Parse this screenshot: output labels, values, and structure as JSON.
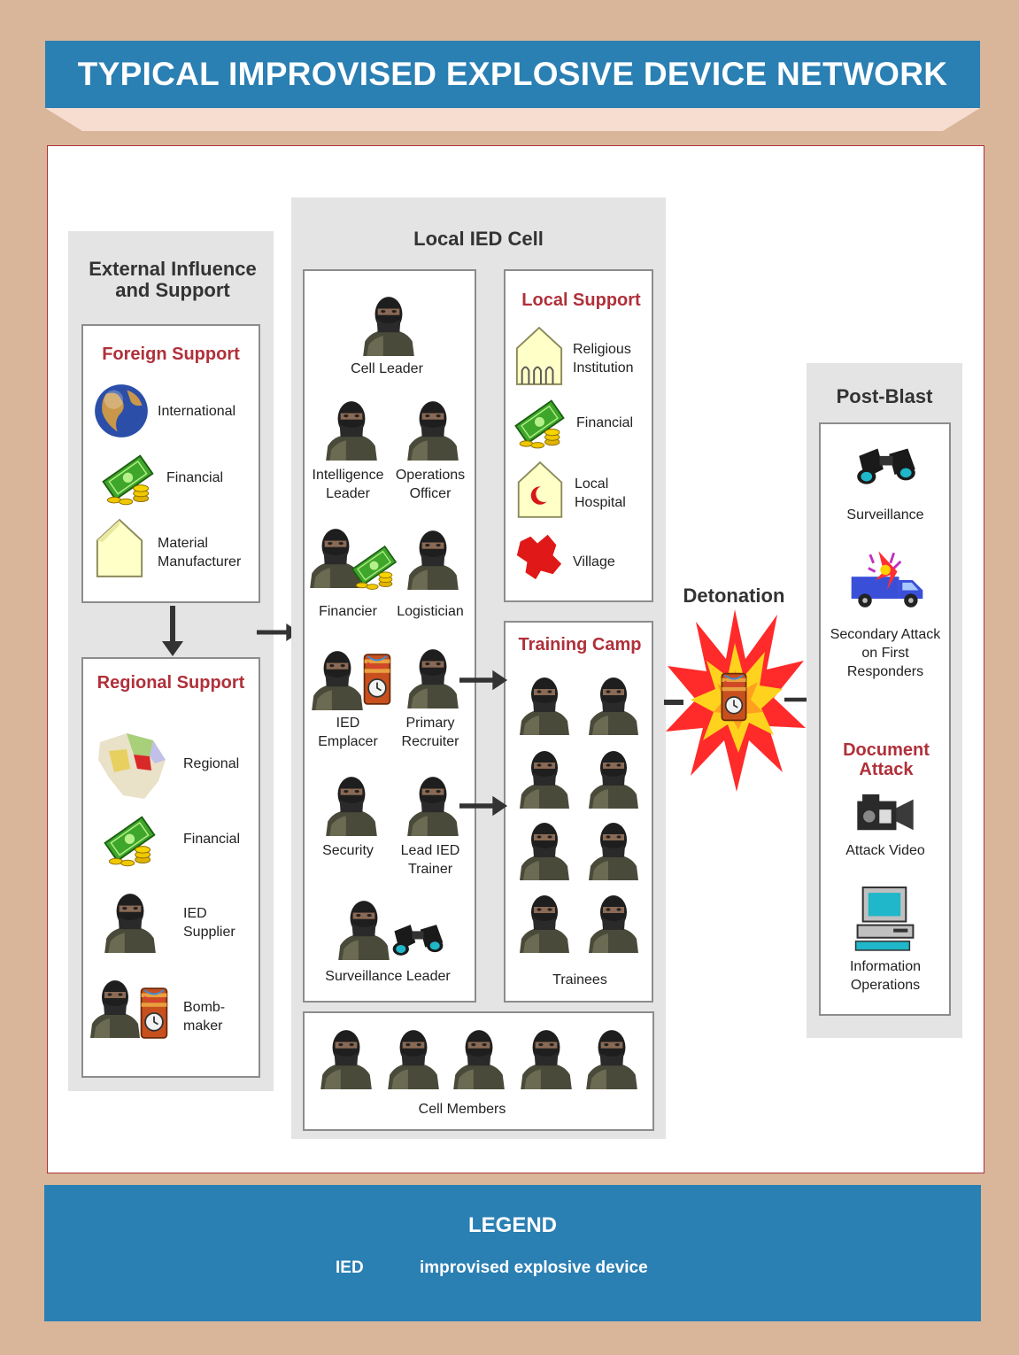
{
  "title": "TYPICAL IMPROVISED EXPLOSIVE DEVICE NETWORK",
  "colors": {
    "banner": "#2a7fb3",
    "frame": "#d9b69a",
    "accent_red": "#b0303a",
    "panel_gray": "#e4e4e4"
  },
  "external": {
    "heading_line1": "External Influence",
    "heading_line2": "and Support",
    "foreign": {
      "title": "Foreign Support",
      "items": [
        {
          "icon": "globe-icon",
          "label": "International"
        },
        {
          "icon": "money-icon",
          "label": "Financial"
        },
        {
          "icon": "building-icon",
          "label_line1": "Material",
          "label_line2": "Manufacturer"
        }
      ]
    },
    "regional": {
      "title": "Regional Support",
      "items": [
        {
          "icon": "map-icon",
          "label": "Regional"
        },
        {
          "icon": "money-icon",
          "label": "Financial"
        },
        {
          "icon": "person-icon",
          "label_line1": "IED",
          "label_line2": "Supplier"
        },
        {
          "icon": "person-bomb-icon",
          "label_line1": "Bomb-",
          "label_line2": "maker"
        }
      ]
    }
  },
  "cell": {
    "heading": "Local IED Cell",
    "members": {
      "cell_leader": "Cell Leader",
      "intel_1": "Intelligence",
      "intel_2": "Leader",
      "ops_1": "Operations",
      "ops_2": "Officer",
      "financier": "Financier",
      "logistician": "Logistician",
      "emplacer_1": "IED",
      "emplacer_2": "Emplacer",
      "recruiter_1": "Primary",
      "recruiter_2": "Recruiter",
      "security": "Security",
      "trainer_1": "Lead IED",
      "trainer_2": "Trainer",
      "surveillance_leader": "Surveillance Leader"
    },
    "local_support": {
      "title": "Local Support",
      "religious_1": "Religious",
      "religious_2": "Institution",
      "financial": "Financial",
      "hospital_1": "Local",
      "hospital_2": "Hospital",
      "village": "Village"
    },
    "training": {
      "title": "Training Camp",
      "trainees": "Trainees"
    },
    "cell_members": "Cell Members"
  },
  "detonation": "Detonation",
  "post_blast": {
    "heading": "Post-Blast",
    "surveillance": "Surveillance",
    "secondary_1": "Secondary Attack",
    "secondary_2": "on First",
    "secondary_3": "Responders",
    "doc_title_1": "Document",
    "doc_title_2": "Attack",
    "attack_video": "Attack Video",
    "info_1": "Information",
    "info_2": "Operations"
  },
  "legend": {
    "title": "LEGEND",
    "term": "IED",
    "definition": "improvised explosive device"
  }
}
